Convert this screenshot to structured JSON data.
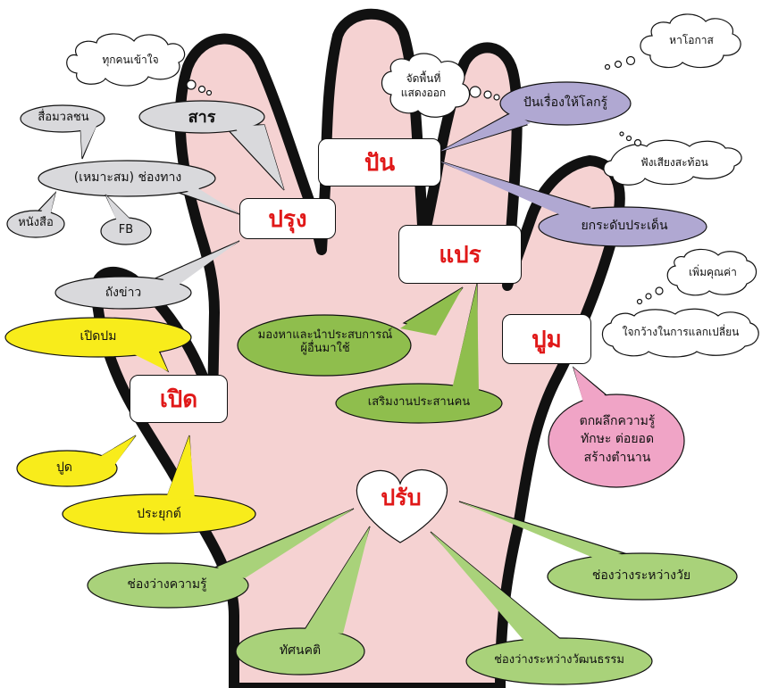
{
  "colors": {
    "skin": "#f5d2d2",
    "outline": "#111111",
    "key_text": "#e01818",
    "gray": "#d9d9dc",
    "purple": "#b0a8d2",
    "green": "#8fbe4d",
    "yellow": "#f8ec1b",
    "pink": "#f0a4c6",
    "light_green": "#a9d27a",
    "white": "#ffffff"
  },
  "key_words": {
    "pan": "ปัน",
    "prung": "ปรุง",
    "plae": "แปร",
    "pum": "ปูม",
    "poet": "เปิด",
    "prap": "ปรับ"
  },
  "bubbles": {
    "sara": "สาร",
    "sue_muanchon": "สื่อมวลชน",
    "mo_som_chongthang": "(เหมาะสม) ช่องทาง",
    "nangsue": "หนังสือ",
    "fb": "FB",
    "thangkhao": "ถังข่าว",
    "poet_pom": "เปิดปม",
    "pud": "ปูด",
    "prayuk": "ประยุกต์",
    "pan_rueang": "ปันเรื่องให้โลกรู้",
    "yok_radap": "ยกระดับประเด็น",
    "mong_ha": "มองหาและนำประสบการณ์\nผู้อื่นมาใช้",
    "soem_ngan": "เสริมงานประสานคน",
    "tok_phluek": "ตกผลึกความรู้\nทักษะ ต่อยอด\nสร้างตำนาน",
    "chong_khwamru": "ช่องว่างความรู้",
    "thatsanakhati": "ทัศนคติ",
    "chong_wai": "ช่องว่างระหว่างวัย",
    "chong_watthanatham": "ช่องว่างระหว่างวัฒนธรรม"
  },
  "thoughts": {
    "thuk_khon": "ทุกคนเข้าใจ",
    "ha_okat": "หาโอกาส",
    "chat_phuenthi": "จัดพื้นที่\nแสดงออก",
    "fang_siang": "ฟังเสียงสะท้อน",
    "poem_khunkha": "เพิ่มคุณค่า",
    "chai_kwang": "ใจกว้างในการแลกเปลี่ยน"
  }
}
